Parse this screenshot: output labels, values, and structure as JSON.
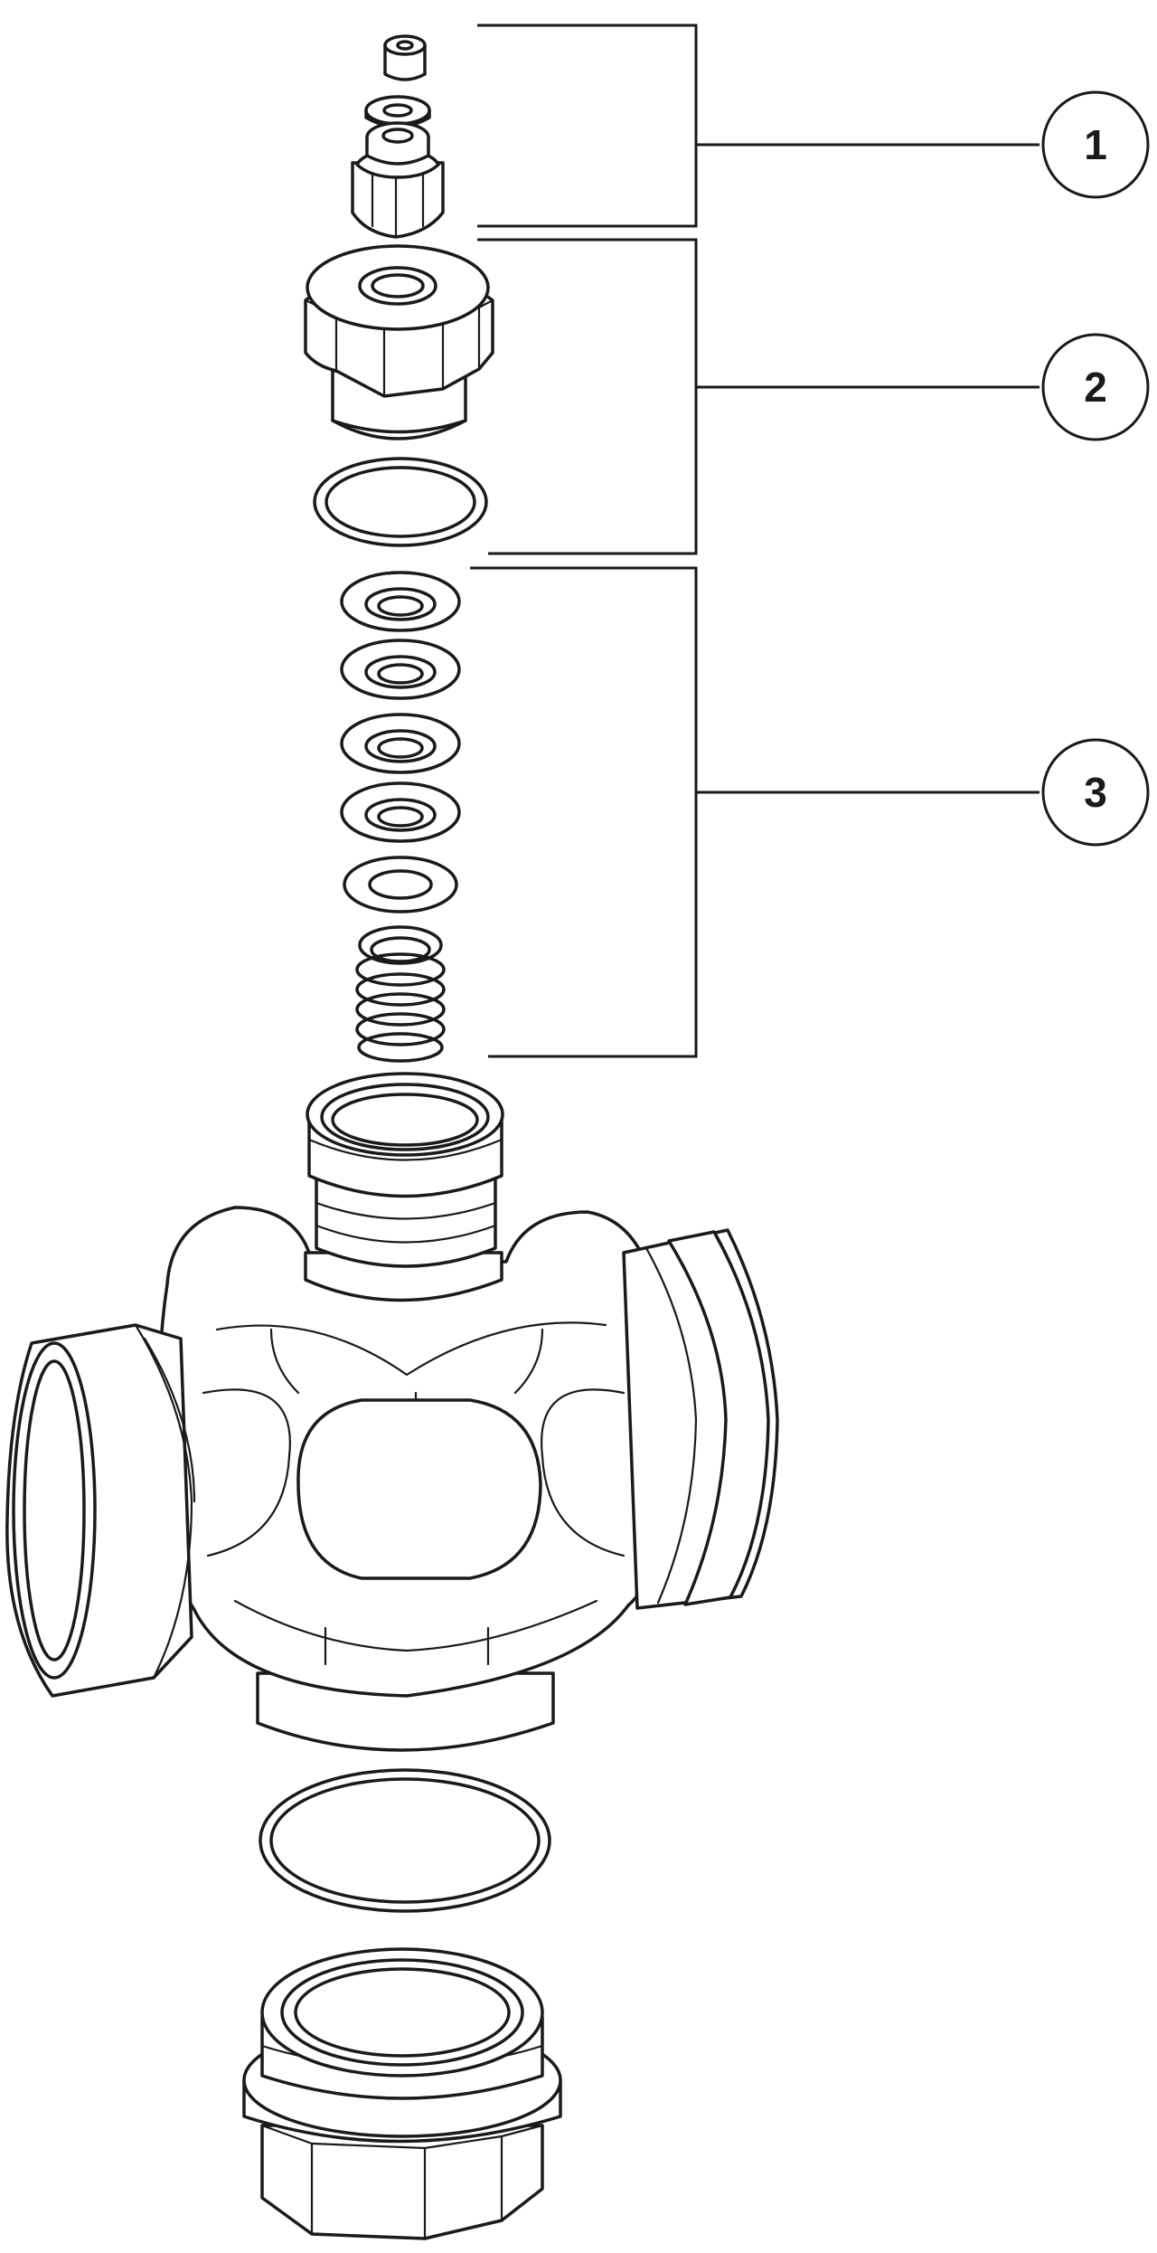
{
  "callouts": [
    {
      "number": "1",
      "part": "packing-gland-screw-set"
    },
    {
      "number": "2",
      "part": "bonnet-nut-with-o-ring"
    },
    {
      "number": "3",
      "part": "stem-seal-washers-and-spring"
    }
  ],
  "colors": {
    "line": "#1a1a1a",
    "background": "#ffffff"
  }
}
